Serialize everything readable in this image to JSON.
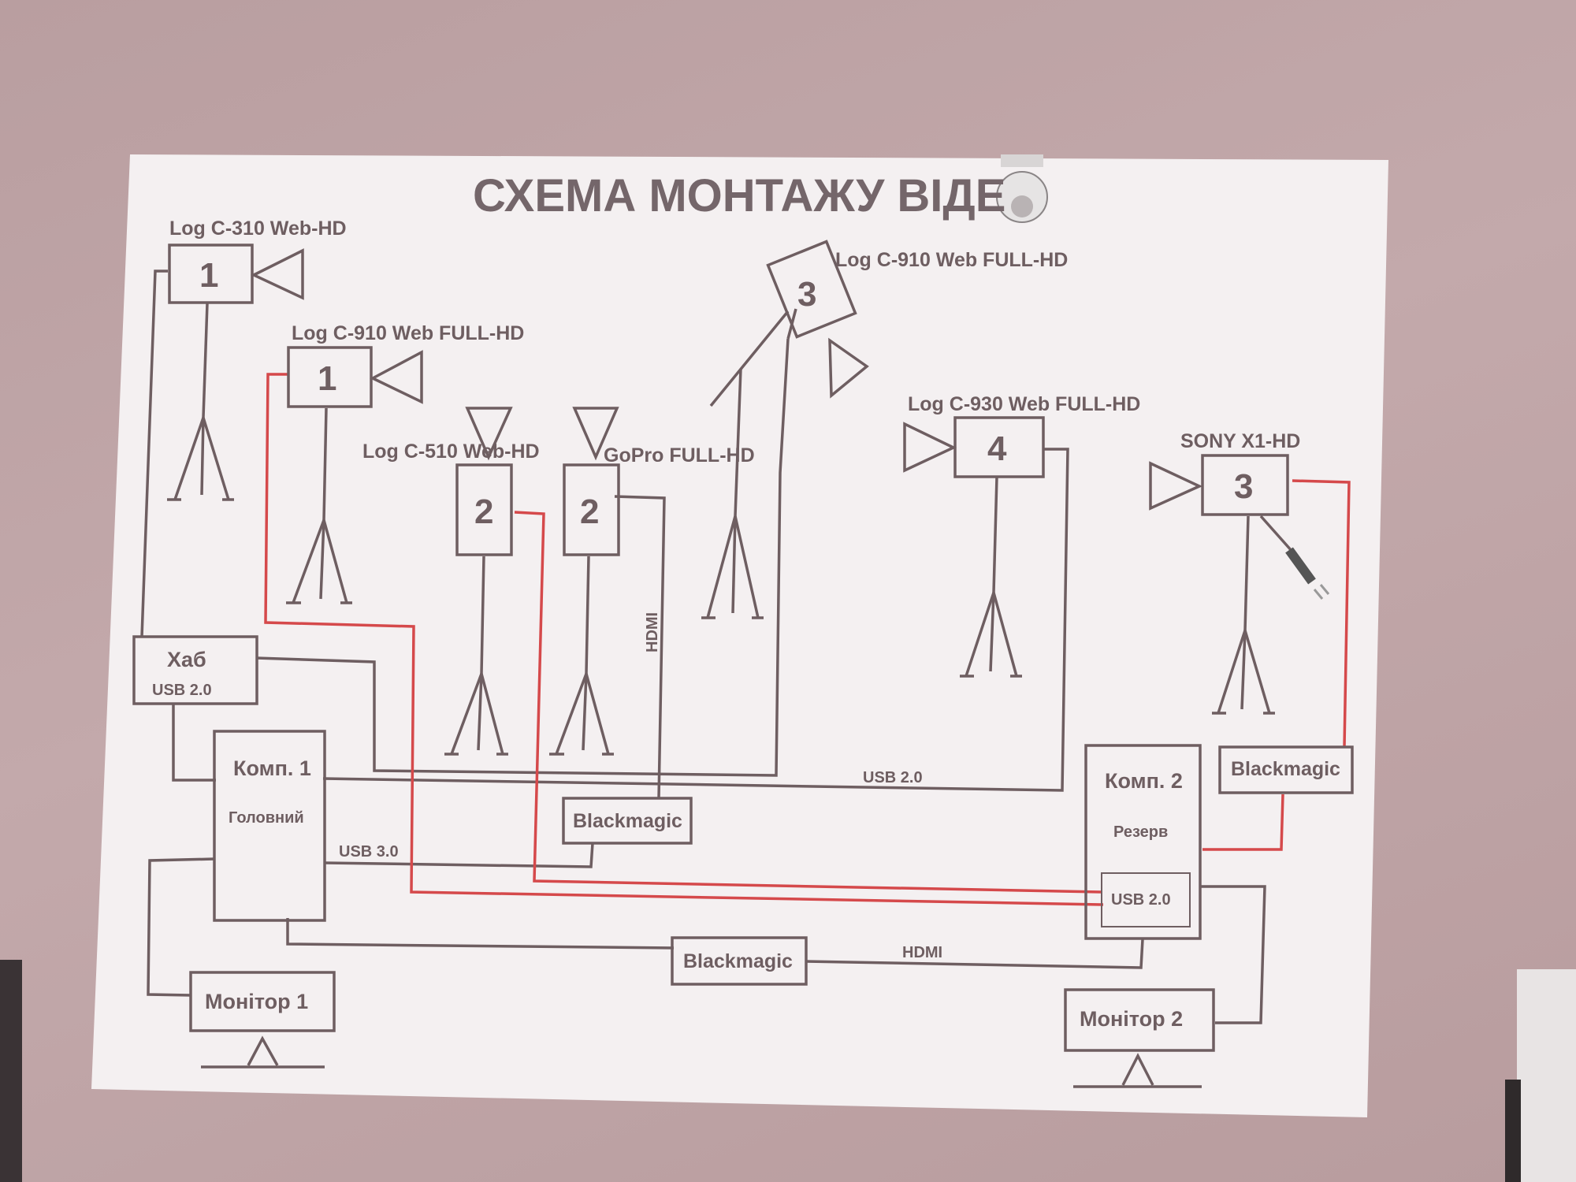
{
  "title": "СХЕМА МОНТАЖУ ВІДЕ",
  "cameras": [
    {
      "label": "Log C-310 Web-HD",
      "number": "1"
    },
    {
      "label": "Log C-910 Web FULL-HD",
      "number": "1"
    },
    {
      "label": "Log C-510 Web-HD",
      "number": "2"
    },
    {
      "label": "GoPro FULL-HD",
      "number": "2"
    },
    {
      "label": "Log C-910 Web FULL-HD",
      "number": "3"
    },
    {
      "label": "Log C-930 Web FULL-HD",
      "number": "4"
    },
    {
      "label": "SONY X1-HD",
      "number": "3"
    }
  ],
  "hub": {
    "name": "Хаб",
    "spec": "USB 2.0"
  },
  "computers": [
    {
      "name": "Комп. 1",
      "role": "Головний"
    },
    {
      "name": "Комп. 2",
      "role": "Резерв",
      "port": "USB 2.0"
    }
  ],
  "capture_devices": [
    "Blackmagic",
    "Blackmagic",
    "Blackmagic"
  ],
  "monitors": [
    "Монітор 1",
    "Монітор 2"
  ],
  "connection_labels": {
    "hdmi_gopro": "HDMI",
    "usb20_bus": "USB 2.0",
    "usb30": "USB 3.0",
    "hdmi_bottom": "HDMI"
  },
  "colors": {
    "screen": "#f4f0f1",
    "line": "#6e5e61",
    "red_line": "#d5494b",
    "wall": "#bda2a4"
  }
}
